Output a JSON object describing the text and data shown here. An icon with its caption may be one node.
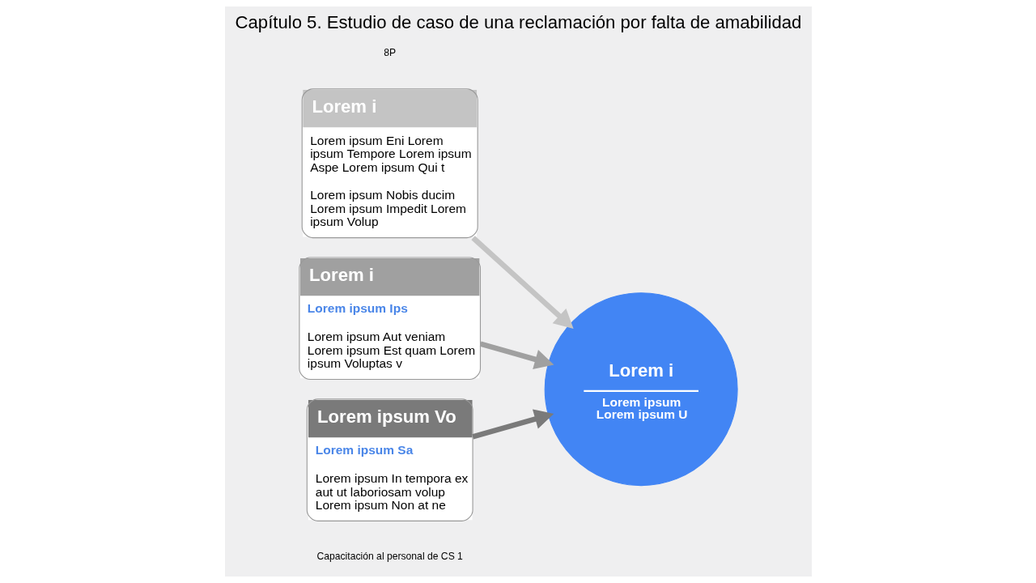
{
  "diagram": {
    "title": "Capítulo 5. Estudio de caso de una reclamación por falta de amabilidad",
    "nodes": [
      {
        "text": [
          "Lorem i",
          "Lorem ipsum Eni Lorem ipsum Tempore Lorem ipsum Aspe Lorem ipsum Qui t",
          "Lorem ipsum Nobis ducim Lorem ipsum Impedit Lorem ipsum Volup"
        ]
      },
      {
        "text": [
          "Lorem i",
          "Lorem ipsum Ips",
          "Lorem ipsum Aut veniam Lorem ipsum Est quam Lorem ipsum Voluptas v"
        ]
      },
      {
        "text": [
          "Lorem ipsum Vo",
          "Lorem ipsum Sa",
          "Lorem ipsum In tempora ex aut ut laboriosam volup Lorem ipsum Non at ne"
        ]
      },
      {
        "text": [
          "Lorem i",
          "Lorem ipsum Lorem ipsum U"
        ]
      }
    ],
    "edges": [
      {
        "from": 0,
        "to": 3,
        "arrow": "to",
        "color": "#c4c4c4"
      },
      {
        "from": 1,
        "to": 3,
        "arrow": "to",
        "color": "#a0a0a0"
      },
      {
        "from": 2,
        "to": 3,
        "arrow": "to",
        "color": "#7a7a7a"
      }
    ],
    "labels": [
      "Capacitación al personal de CS 1",
      "8P"
    ]
  }
}
